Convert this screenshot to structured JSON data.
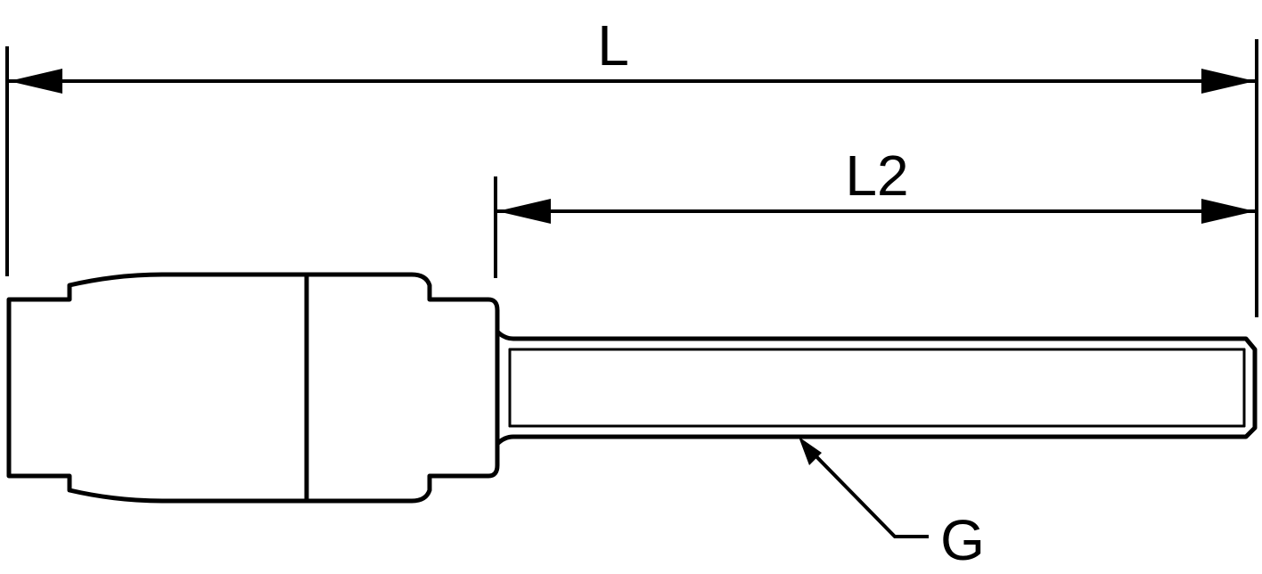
{
  "diagram": {
    "labels": {
      "overall_length": "L",
      "thread_length": "L2",
      "thread": "G"
    },
    "line_color": "#000000",
    "background_color": "#ffffff"
  }
}
